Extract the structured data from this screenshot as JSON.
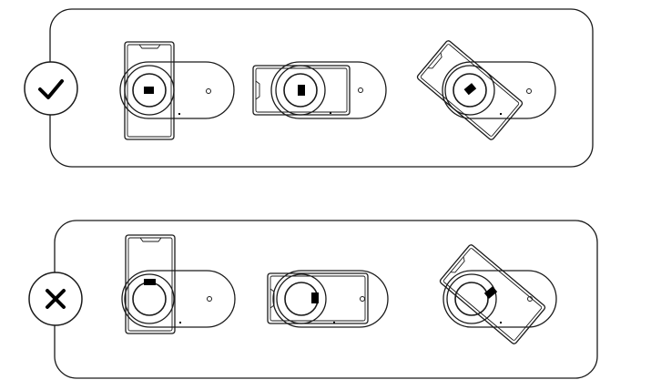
{
  "colors": {
    "stroke": "#1a1a1a",
    "fill": "#ffffff",
    "ink": "#000000"
  },
  "rows": [
    {
      "status": "correct",
      "icon": "check-icon",
      "placements": [
        {
          "phone_orientation": "portrait",
          "phone_rotation_deg": 0,
          "coil_aligned": true
        },
        {
          "phone_orientation": "landscape",
          "phone_rotation_deg": 0,
          "coil_aligned": true
        },
        {
          "phone_orientation": "portrait",
          "phone_rotation_deg": -50,
          "coil_aligned": true
        }
      ]
    },
    {
      "status": "incorrect",
      "icon": "cross-icon",
      "placements": [
        {
          "phone_orientation": "portrait",
          "phone_rotation_deg": 0,
          "coil_aligned": false
        },
        {
          "phone_orientation": "landscape",
          "phone_rotation_deg": 0,
          "coil_aligned": false
        },
        {
          "phone_orientation": "portrait",
          "phone_rotation_deg": -50,
          "coil_aligned": false
        }
      ]
    }
  ]
}
